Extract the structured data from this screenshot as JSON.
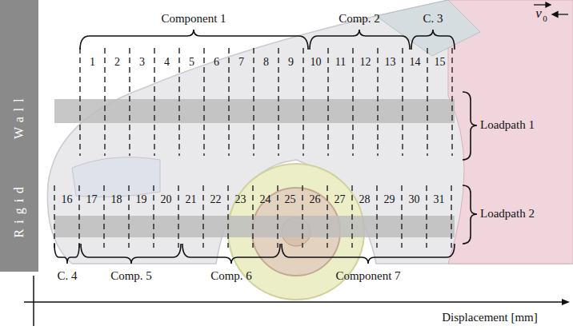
{
  "diagram": {
    "labels": [
      "Component 1",
      "Comp. 2",
      "C. 3",
      "v",
      "0",
      "Wall",
      "1",
      "2",
      "3",
      "4",
      "5",
      "6",
      "7",
      "8",
      "9",
      "10",
      "11",
      "12",
      "13",
      "14",
      "15",
      "Loadpath 1",
      "Rigid",
      "16",
      "17",
      "18",
      "19",
      "20",
      "21",
      "22",
      "23",
      "24",
      "25",
      "26",
      "27",
      "28",
      "29",
      "30",
      "31",
      "Loadpath 2",
      "C. 4",
      "Comp. 5",
      "Comp. 6",
      "Component 7",
      "Displacement [mm]"
    ]
  }
}
